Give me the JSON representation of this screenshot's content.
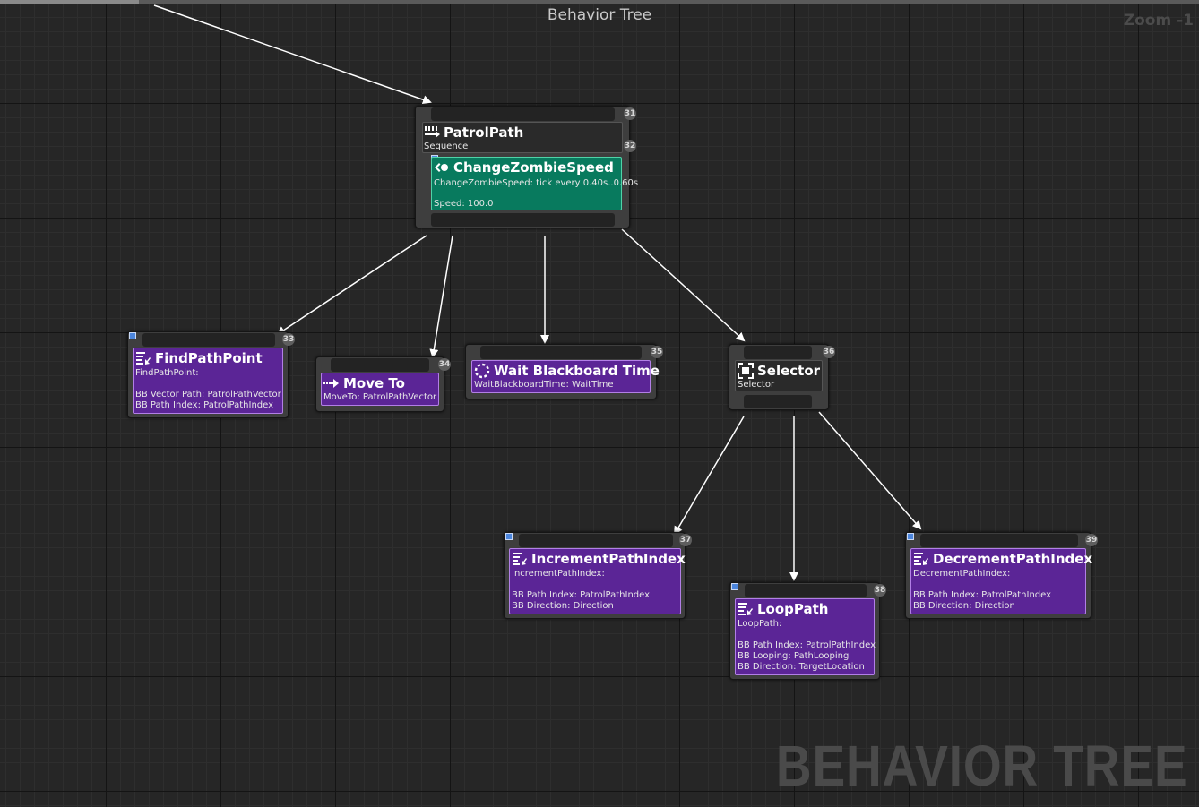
{
  "header": {
    "title": "Behavior Tree",
    "zoom": "Zoom -1"
  },
  "watermark": "BEHAVIOR TREE",
  "nodes": {
    "patrol": {
      "badge": "31",
      "title": "PatrolPath",
      "subtitle": "Sequence",
      "service": {
        "badge": "32",
        "title": "ChangeZombieSpeed",
        "line1": "ChangeZombieSpeed: tick every 0.40s..0.60s",
        "line2": "Speed: 100.0"
      }
    },
    "find": {
      "badge": "33",
      "title": "FindPathPoint",
      "lines": [
        "FindPathPoint:",
        "BB Vector Path: PatrolPathVector",
        "BB Path Index: PatrolPathIndex"
      ]
    },
    "move": {
      "badge": "34",
      "title": "Move To",
      "lines": [
        "MoveTo: PatrolPathVector"
      ]
    },
    "wait": {
      "badge": "35",
      "title": "Wait Blackboard Time",
      "lines": [
        "WaitBlackboardTime: WaitTime"
      ]
    },
    "selector": {
      "badge": "36",
      "title": "Selector",
      "subtitle": "Selector"
    },
    "inc": {
      "badge": "37",
      "title": "IncrementPathIndex",
      "lines": [
        "IncrementPathIndex:",
        "BB Path Index: PatrolPathIndex",
        "BB Direction: Direction"
      ]
    },
    "loop": {
      "badge": "38",
      "title": "LoopPath",
      "lines": [
        "LoopPath:",
        "BB Path Index: PatrolPathIndex",
        "BB Looping: PathLooping",
        "BB Direction: TargetLocation"
      ]
    },
    "dec": {
      "badge": "39",
      "title": "DecrementPathIndex",
      "lines": [
        "DecrementPathIndex:",
        "BB Path Index: PatrolPathIndex",
        "BB Direction: Direction"
      ]
    }
  },
  "icons": {
    "sequence": "sequence-icon",
    "service": "service-icon",
    "task": "task-icon",
    "moveto": "move-to-icon",
    "wait": "wait-icon",
    "selector": "selector-icon"
  },
  "colors": {
    "task": "#5b2596",
    "service": "#087a5e",
    "node_body": "#3e3e3e",
    "edge": "#ffffff"
  }
}
